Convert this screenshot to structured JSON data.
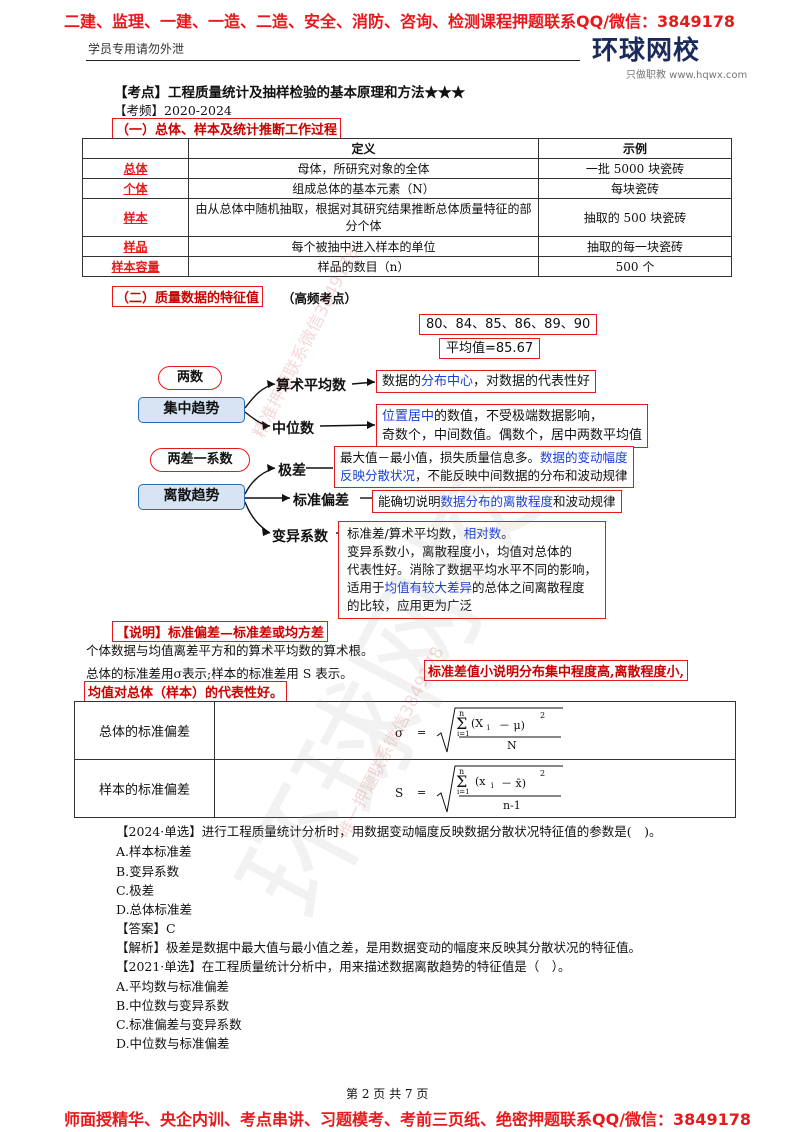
{
  "top_banner": "二建、监理、一建、一造、二造、安全、消防、咨询、检测课程押题联系QQ/微信：3849178",
  "header_note": "学员专用请勿外泄",
  "logo": {
    "name": "环球网校",
    "tagline": "只做职教 www.hqwx.com"
  },
  "title": "【考点】工程质量统计及抽样检验的基本原理和方法★★★",
  "exam_years": "【考频】2020-2024",
  "section1": "（一）总体、样本及统计推断工作过程",
  "table1": {
    "headers": [
      "",
      "定义",
      "示例"
    ],
    "rows": [
      [
        "总体",
        "母体，所研究对象的全体",
        "一批 5000 块瓷砖"
      ],
      [
        "个体",
        "组成总体的基本元素（N）",
        "每块瓷砖"
      ],
      [
        "样本",
        "由从总体中随机抽取，根据对其研究结果推断总体质量特征的部分个体",
        "抽取的 500 块瓷砖"
      ],
      [
        "样品",
        "每个被抽中进入样本的单位",
        "抽取的每一块瓷砖"
      ],
      [
        "样本容量",
        "样品的数目（n）",
        "500 个"
      ]
    ]
  },
  "section2": "（二）质量数据的特征值",
  "section2_note": "（高频考点）",
  "mindmap": {
    "example_data": "80、84、85、86、89、90",
    "example_mean": "平均值=85.67",
    "cloud1": "两数",
    "cloud2": "两差一系数",
    "central_node": "集中趋势",
    "dispersion_node": "离散趋势",
    "mean_label": "算术平均数",
    "mean_note_prefix": "数据的",
    "mean_note_highlight": "分布中心",
    "mean_note_suffix": "，对数据的代表性好",
    "median_label": "中位数",
    "median_note_line1_highlight": "位置居中",
    "median_note_line1_suffix": "的数值，不受极端数据影响，",
    "median_note_line2": "奇数个，中间数值。偶数个，居中两数平均值",
    "range_label": "极差",
    "range_note_line1_prefix": "最大值－最小值，损失质量信息多。",
    "range_note_line1_highlight": "数据的变动幅度",
    "range_note_line2_highlight": "反映分散状况",
    "range_note_line2_suffix": "，不能反映中间数据的分布和波动规律",
    "std_label": "标准偏差",
    "std_note_prefix": "能确切说明",
    "std_note_highlight": "数据分布的离散程度",
    "std_note_suffix": "和波动规律",
    "cv_label": "变异系数",
    "cv_note_line1_prefix": "标准差/算术平均数，",
    "cv_note_line1_highlight": "相对数",
    "cv_note_line1_suffix": "。",
    "cv_note_line2": "变异系数小，离散程度小，均值对总体的",
    "cv_note_line3": "代表性好。消除了数据平均水平不同的影响，",
    "cv_note_line4_prefix": "适用于",
    "cv_note_line4_highlight": "均值有较大差异",
    "cv_note_line4_suffix": "的总体之间离散程度",
    "cv_note_line5": "的比较，应用更为广泛"
  },
  "explain_title": "【说明】标准偏差—标准差或均方差",
  "explain_line1": "个体数据与均值离差平方和的算术平均数的算术根。",
  "explain_line2_prefix": "总体的标准差用σ表示;样本的标准差用 S 表示。",
  "explain_line2_highlight": "标准差值小说明分布集中程度高,离散程度小,",
  "explain_line3_highlight": "均值对总体（样本）的代表性好。",
  "table2": {
    "row1_label": "总体的标准偏差",
    "row2_label": "样本的标准偏差",
    "formula1": {
      "lhs": "σ",
      "eq": "=",
      "sum_top": "n",
      "sum_bottom": "i=1",
      "term": "(X",
      "sub": "i",
      "minus": "－ μ)",
      "sup": "2",
      "denom": "N"
    },
    "formula2": {
      "lhs": "S",
      "eq": "=",
      "sum_top": "n",
      "sum_bottom": "i=1",
      "term": "(x",
      "sub": "i",
      "minus": "－ x̄)",
      "sup": "2",
      "denom": "n-1"
    }
  },
  "q1": {
    "stem": "【2024·单选】进行工程质量统计分析时，用数据变动幅度反映数据分散状况特征值的参数是(　)。",
    "options": [
      "A.样本标准差",
      "B.变异系数",
      "C.极差",
      "D.总体标准差"
    ],
    "answer": "【答案】C",
    "analysis": "【解析】极差是数据中最大值与最小值之差，是用数据变动的幅度来反映其分散状况的特征值。"
  },
  "q2": {
    "stem": "【2021·单选】在工程质量统计分析中，用来描述数据离散趋势的特征值是（　）。",
    "options": [
      "A.平均数与标准偏差",
      "B.中位数与变异系数",
      "C.标准偏差与变异系数",
      "D.中位数与标准偏差"
    ]
  },
  "page_number": "第 2 页 共 7 页",
  "bottom_banner": "师面授精华、央企内训、考点串讲、习题模考、考前三页纸、绝密押题联系QQ/微信：3849178",
  "watermarks": [
    "精准押题联系微信3849178",
    "唯一押题联系微信3849178",
    "环球网校"
  ]
}
